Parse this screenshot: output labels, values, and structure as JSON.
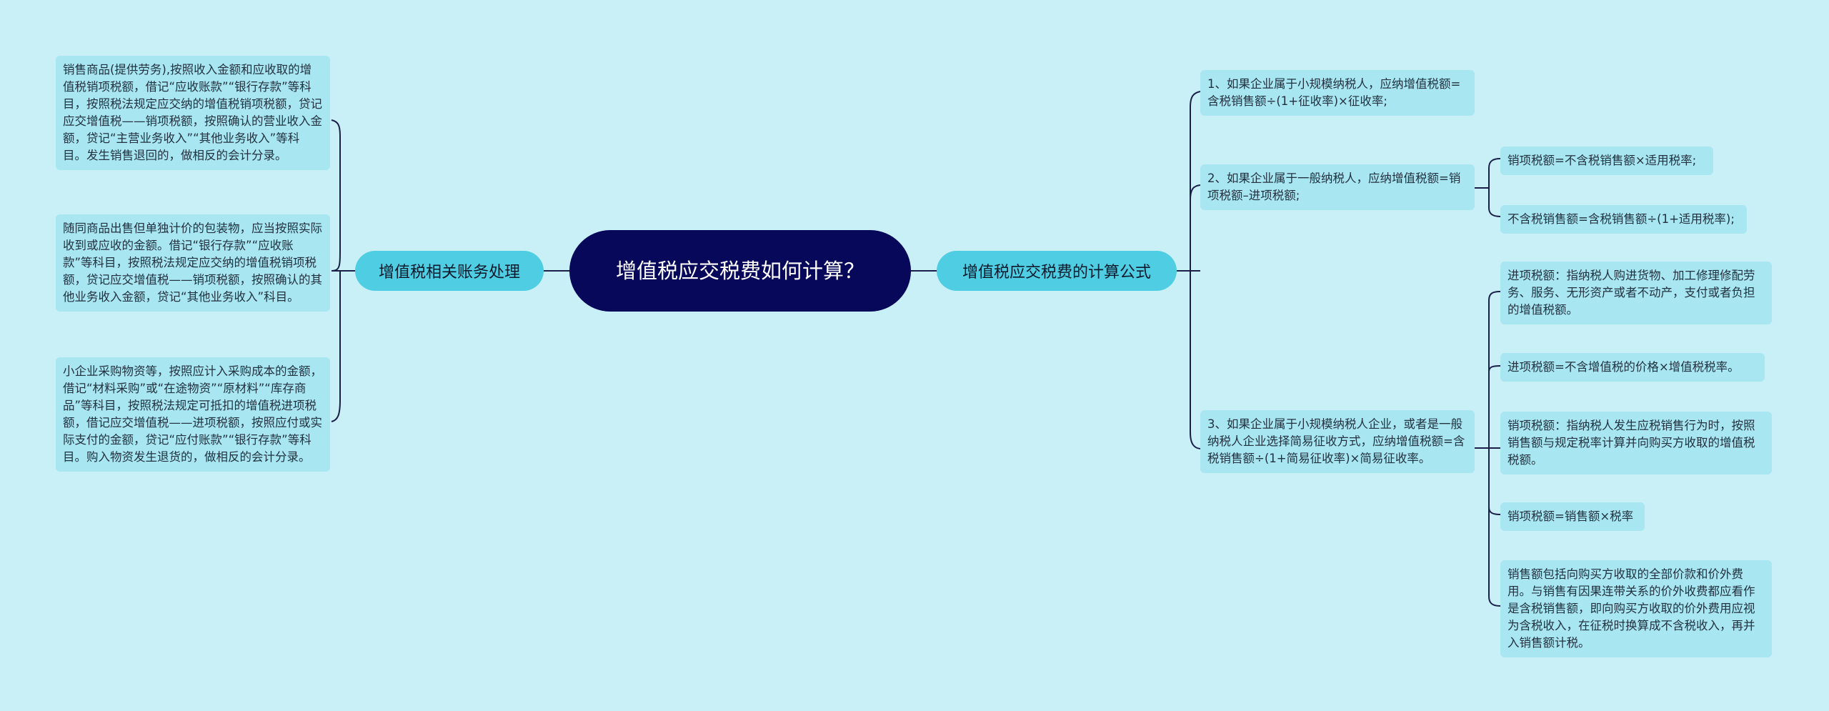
{
  "root": {
    "title": "增值税应交税费如何计算？"
  },
  "left_branch": {
    "label": "增值税相关账务处理",
    "items": [
      "销售商品(提供劳务),按照收入金额和应收取的增值税销项税额，借记“应收账款”“银行存款”等科目，按照税法规定应交纳的增值税销项税额，贷记应交增值税——销项税额，按照确认的营业收入金额，贷记“主营业务收入”“其他业务收入”等科目。发生销售退回的，做相反的会计分录。",
      "随同商品出售但单独计价的包装物，应当按照实际收到或应收的金额。借记“银行存款”“应收账款”等科目，按照税法规定应交纳的增值税销项税额，贷记应交增值税——销项税额，按照确认的其他业务收入金额，贷记“其他业务收入”科目。",
      "小企业采购物资等，按照应计入采购成本的金额，借记“材料采购”或“在途物资”“原材料”“库存商品”等科目，按照税法规定可抵扣的增值税进项税额，借记应交增值税——进项税额，按照应付或实际支付的金额，贷记“应付账款”“银行存款”等科目。购入物资发生退货的，做相反的会计分录。"
    ]
  },
  "right_branch": {
    "label": "增值税应交税费的计算公式",
    "items": [
      {
        "text": "1、如果企业属于小规模纳税人，应纳增值税额=含税销售额÷(1+征收率)×征收率;",
        "children": []
      },
      {
        "text": "2、如果企业属于一般纳税人，应纳增值税额=销项税额–进项税额;",
        "children": [
          "销项税额=不含税销售额×适用税率;",
          "不含税销售额=含税销售额÷(1+适用税率);"
        ]
      },
      {
        "text": "3、如果企业属于小规模纳税人企业，或者是一般纳税人企业选择简易征收方式，应纳增值税额=含税销售额÷(1+简易征收率)×简易征收率。",
        "children": [
          "进项税额：指纳税人购进货物、加工修理修配劳务、服务、无形资产或者不动产，支付或者负担的增值税额。",
          "进项税额=不含增值税的价格×增值税税率。",
          "销项税额：指纳税人发生应税销售行为时，按照销售额与规定税率计算并向购买方收取的增值税税额。",
          "销项税额=销售额×税率",
          "销售额包括向购买方收取的全部价款和价外费用。与销售有因果连带关系的价外收费都应看作是含税销售额，即向购买方收取的价外费用应视为含税收入，在征税时换算成不含税收入，再并入销售额计税。"
        ]
      }
    ]
  },
  "colors": {
    "background": "#c8f0f6",
    "root_fill": "#07085a",
    "branch_fill": "#4fcde3",
    "leaf_fill": "#a8e6f1",
    "line": "#1a1f4a"
  }
}
